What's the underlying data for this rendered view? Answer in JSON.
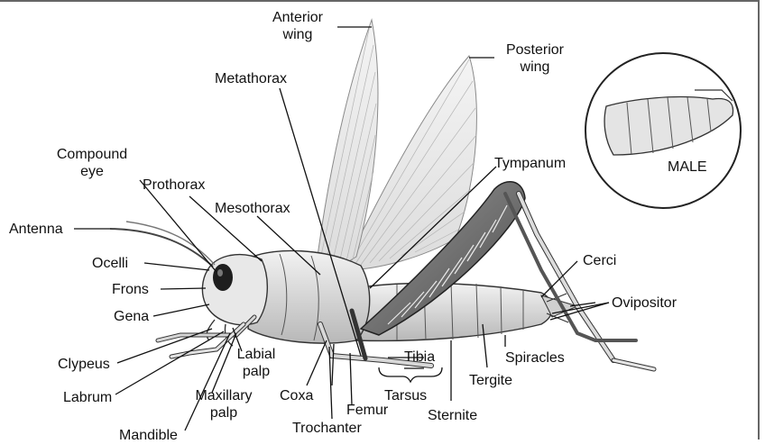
{
  "labels": {
    "anterior_wing": [
      "Anterior",
      "wing"
    ],
    "posterior_wing": [
      "Posterior",
      "wing"
    ],
    "metathorax": "Metathorax",
    "compound_eye": [
      "Compound",
      "eye"
    ],
    "prothorax": "Prothorax",
    "mesothorax": "Mesothorax",
    "tympanum": "Tympanum",
    "male": "MALE",
    "antenna": "Antenna",
    "ocelli": "Ocelli",
    "frons": "Frons",
    "gena": "Gena",
    "cerci": "Cerci",
    "ovipositor": "Ovipositor",
    "spiracles": "Spiracles",
    "clypeus": "Clypeus",
    "labial_palp": [
      "Labial",
      "palp"
    ],
    "tibia": "Tibia",
    "tergite": "Tergite",
    "labrum": "Labrum",
    "maxillary_palp": [
      "Maxillary",
      "palp"
    ],
    "coxa": "Coxa",
    "femur": "Femur",
    "tarsus": "Tarsus",
    "sternite": "Sternite",
    "mandible": "Mandible",
    "trochanter": "Trochanter"
  }
}
